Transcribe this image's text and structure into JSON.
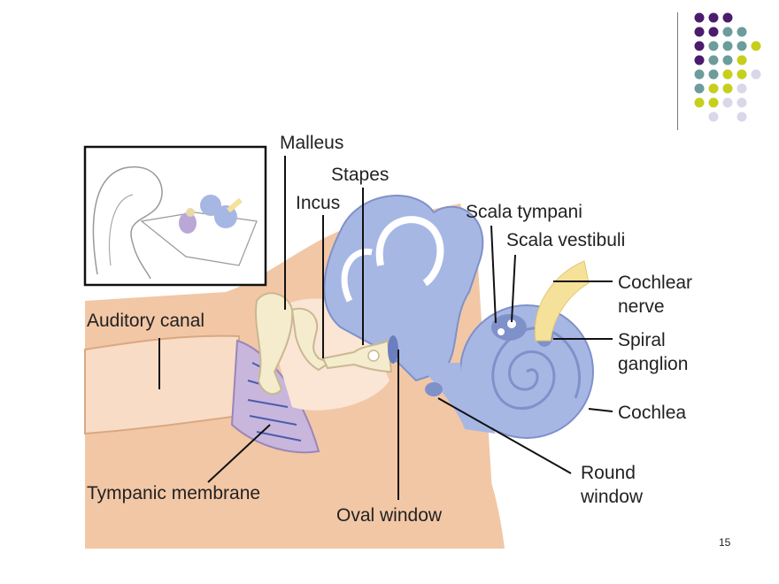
{
  "colors": {
    "purple": "#4b1c6e",
    "teal": "#6d9c9c",
    "yellow_green": "#c6cf1c",
    "lavender": "#d9d7e8",
    "structure_blue": "#a7b7e4",
    "structure_blue_dark": "#7f91c9",
    "skin_peach": "#f2c7a6",
    "canal_peach": "#f9dcc6",
    "bone_cream": "#f4eccd",
    "nerve_yellow": "#f6e19a",
    "membrane_purple": "#c9b6dc"
  },
  "icons": {
    "corner_decoration": "dot-grid-icon",
    "inset": "ear-overview-thumbnail"
  },
  "labels": {
    "malleus": "Malleus",
    "stapes": "Stapes",
    "incus": "Incus",
    "scala_tympani": "Scala tympani",
    "scala_vestibuli": "Scala vestibuli",
    "cochlear_nerve_1": "Cochlear",
    "cochlear_nerve_2": "nerve",
    "spiral_ganglion_1": "Spiral",
    "spiral_ganglion_2": "ganglion",
    "cochlea": "Cochlea",
    "auditory_canal": "Auditory canal",
    "round_window_1": "Round",
    "round_window_2": "window",
    "tympanic_membrane": "Tympanic membrane",
    "oval_window": "Oval window"
  },
  "page_number": "15"
}
